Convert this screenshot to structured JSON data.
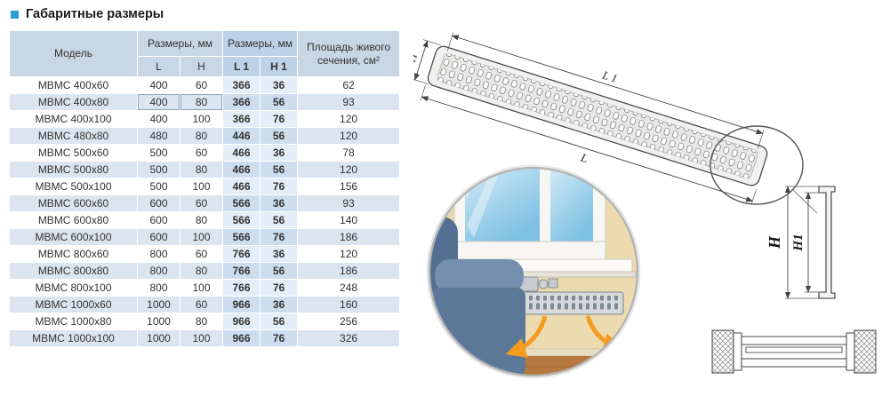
{
  "page": {
    "title": "Габаритные размеры"
  },
  "table": {
    "header": {
      "model": "Модель",
      "sizes_group_1": "Размеры, мм",
      "sizes_group_2": "Размеры, мм",
      "area": "Площадь живого сечения, см²",
      "col_l": "L",
      "col_h": "H",
      "col_l1": "L 1",
      "col_h1": "H 1"
    },
    "highlighted_cells": {
      "row": 1,
      "cols": [
        "l",
        "h"
      ]
    },
    "rows": [
      {
        "model": "МВМС 400x60",
        "l": "400",
        "h": "60",
        "l1": "366",
        "h1": "36",
        "area": "62"
      },
      {
        "model": "МВМС 400x80",
        "l": "400",
        "h": "80",
        "l1": "366",
        "h1": "56",
        "area": "93"
      },
      {
        "model": "МВМС 400x100",
        "l": "400",
        "h": "100",
        "l1": "366",
        "h1": "76",
        "area": "120"
      },
      {
        "model": "МВМС 480x80",
        "l": "480",
        "h": "80",
        "l1": "446",
        "h1": "56",
        "area": "120"
      },
      {
        "model": "МВМС 500x60",
        "l": "500",
        "h": "60",
        "l1": "466",
        "h1": "36",
        "area": "78"
      },
      {
        "model": "МВМС 500x80",
        "l": "500",
        "h": "80",
        "l1": "466",
        "h1": "56",
        "area": "120"
      },
      {
        "model": "МВМС 500x100",
        "l": "500",
        "h": "100",
        "l1": "466",
        "h1": "76",
        "area": "156"
      },
      {
        "model": "МВМС 600x60",
        "l": "600",
        "h": "60",
        "l1": "566",
        "h1": "36",
        "area": "93"
      },
      {
        "model": "МВМС 600x80",
        "l": "600",
        "h": "80",
        "l1": "566",
        "h1": "56",
        "area": "140"
      },
      {
        "model": "МВМС 600x100",
        "l": "600",
        "h": "100",
        "l1": "566",
        "h1": "76",
        "area": "186"
      },
      {
        "model": "МВМС 800x60",
        "l": "800",
        "h": "60",
        "l1": "766",
        "h1": "36",
        "area": "120"
      },
      {
        "model": "МВМС 800x80",
        "l": "800",
        "h": "80",
        "l1": "766",
        "h1": "56",
        "area": "186"
      },
      {
        "model": "МВМС 800x100",
        "l": "800",
        "h": "100",
        "l1": "766",
        "h1": "76",
        "area": "248"
      },
      {
        "model": "МВМС 1000x60",
        "l": "1000",
        "h": "60",
        "l1": "966",
        "h1": "36",
        "area": "160"
      },
      {
        "model": "МВМС 1000x80",
        "l": "1000",
        "h": "80",
        "l1": "966",
        "h1": "56",
        "area": "256"
      },
      {
        "model": "МВМС 1000x100",
        "l": "1000",
        "h": "100",
        "l1": "966",
        "h1": "76",
        "area": "326"
      }
    ]
  },
  "diagram": {
    "grille": {
      "label_l1": "L 1",
      "label_l": "L",
      "label_h": "H"
    },
    "profile": {
      "label_h": "H",
      "label_h1": "H1"
    }
  },
  "colors": {
    "accent_bullet": "#2b9cd8",
    "header_bg": "#c9d6e3",
    "header_highlight_bg": "#bdd2e6",
    "row_alt_bg": "#dbe5f0",
    "highlight_col_bg": "#e4eef8",
    "highlight_col_alt_bg": "#cdddee",
    "flow_arrow": "#f49b20"
  }
}
